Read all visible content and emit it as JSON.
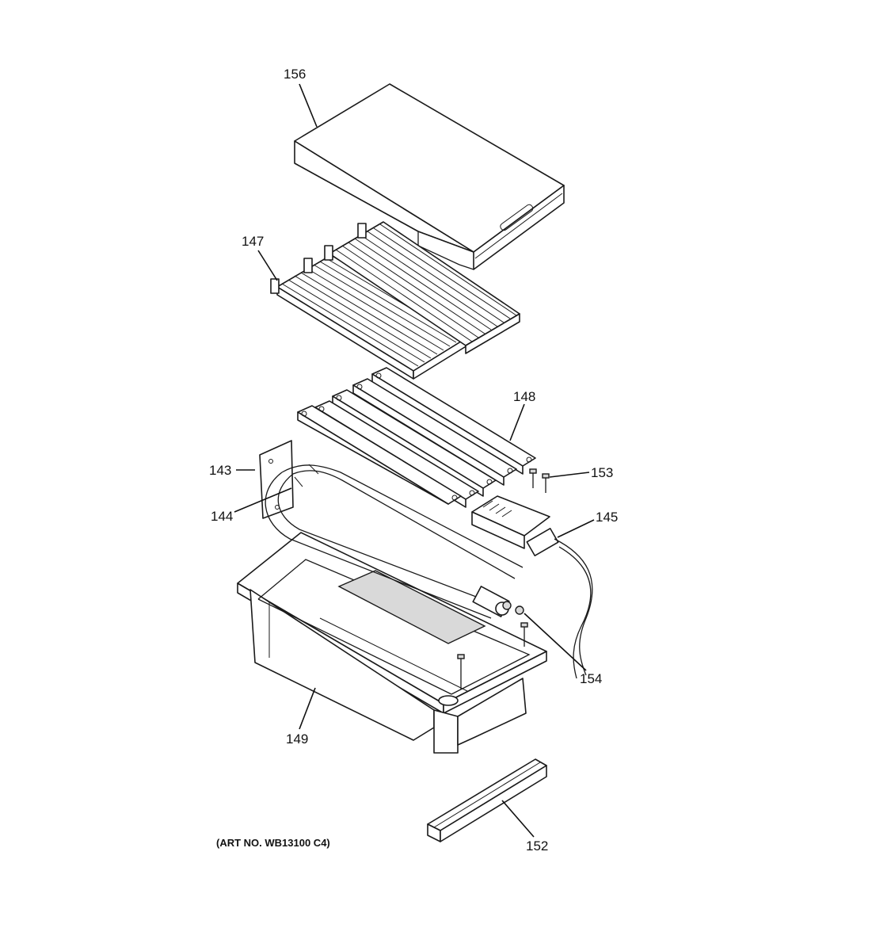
{
  "callouts": {
    "c156": "156",
    "c147": "147",
    "c148": "148",
    "c143": "143",
    "c144": "144",
    "c153": "153",
    "c145": "145",
    "c154": "154",
    "c149": "149",
    "c152": "152"
  },
  "art_number": "(ART NO. WB13100 C4)"
}
